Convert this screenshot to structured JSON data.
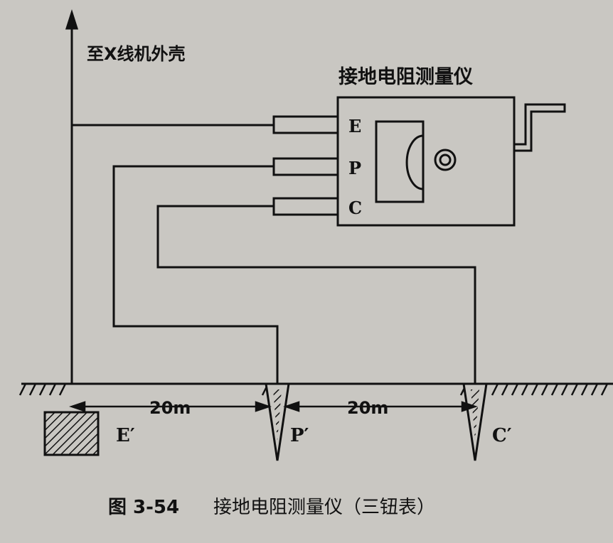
{
  "labels": {
    "to_x_ray_housing": "至X线机外壳",
    "instrument_title": "接地电阻测量仪",
    "terminal_e": "E",
    "terminal_p": "P",
    "terminal_c": "C",
    "distance_left": "20m",
    "distance_right": "20m",
    "electrode_e": "E′",
    "electrode_p": "P′",
    "electrode_c": "C′"
  },
  "caption": {
    "figure_number": "图 3-54",
    "figure_title": "接地电阻测量仪（三钮表）"
  }
}
